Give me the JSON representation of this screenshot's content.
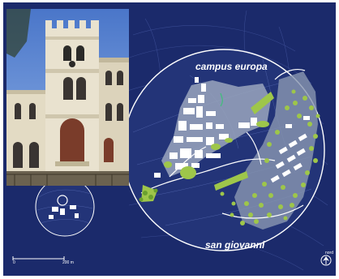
{
  "map": {
    "area_labels": {
      "north_area": "campus europa",
      "south_area": "san giovanni"
    },
    "scale": {
      "start": "0",
      "end": "200 m"
    },
    "north": "nord",
    "colors": {
      "background": "#1b2a6b",
      "building": "#ffffff",
      "green": "#9ec64a",
      "campus_zone": "#9aa6bd",
      "outline": "#ffffff"
    },
    "icons": [
      "north-arrow-icon",
      "scale-bar"
    ]
  }
}
